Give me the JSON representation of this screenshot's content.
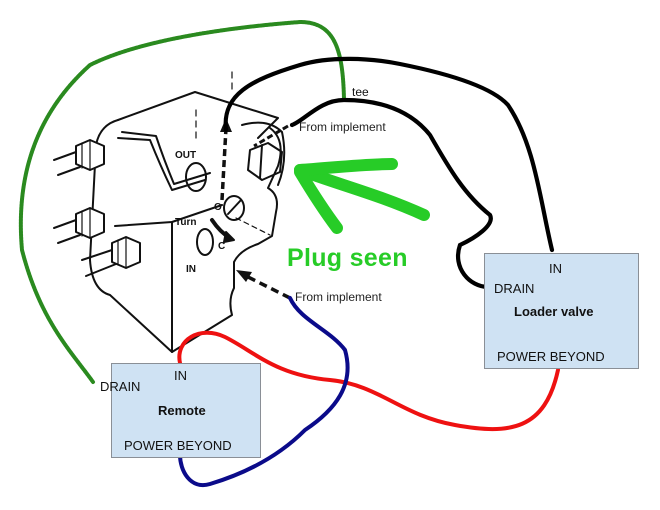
{
  "colors": {
    "green_line": "#2a8a1f",
    "black_line": "#000000",
    "red_line": "#ee1111",
    "blue_line": "#0b0b8a",
    "plug_arrow": "#27cc27",
    "box_fill": "#cfe2f3",
    "box_border": "#8a8f96"
  },
  "valve_drawing": {
    "labels": {
      "out": "OUT",
      "turn": "Turn",
      "o": "O",
      "c": "C",
      "in": "IN"
    }
  },
  "annotations": {
    "tee": "tee",
    "from_implement_top": "From implement",
    "from_implement_bottom": "From implement",
    "plug_seen": "Plug seen"
  },
  "loader_valve": {
    "title": "Loader valve",
    "in": "IN",
    "drain": "DRAIN",
    "power_beyond": "POWER BEYOND"
  },
  "remote": {
    "title": "Remote",
    "in": "IN",
    "drain": "DRAIN",
    "power_beyond": "POWER BEYOND"
  },
  "connections": [
    {
      "color": "green",
      "from": "Remote DRAIN",
      "to": "tee"
    },
    {
      "color": "black",
      "from": "valve top port",
      "to": "Loader valve IN"
    },
    {
      "color": "black",
      "from": "From implement (top)",
      "to": "Loader valve DRAIN"
    },
    {
      "color": "red",
      "from": "Remote IN",
      "to": "Loader valve POWER BEYOND"
    },
    {
      "color": "blue",
      "from": "From implement (bottom)",
      "to": "Remote POWER BEYOND"
    }
  ]
}
